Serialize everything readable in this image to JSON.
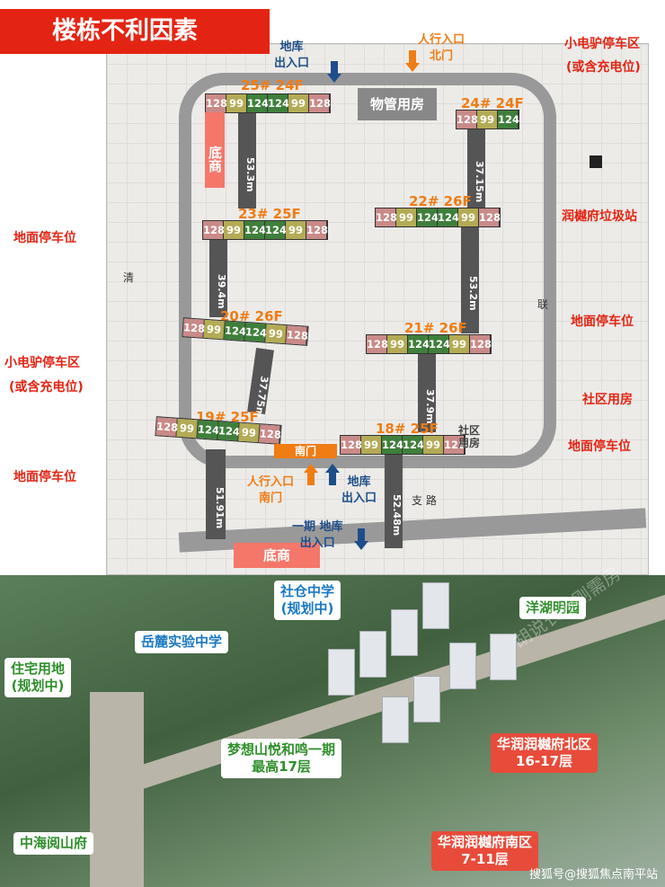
{
  "title": "楼栋不利因素",
  "buildings": [
    {
      "label": "25# 24F",
      "cells": [
        128,
        99,
        124,
        124,
        99,
        128
      ],
      "distance": "53.3m"
    },
    {
      "label": "24# 24F",
      "cells": [
        128,
        99,
        124
      ],
      "distance": "37.15m"
    },
    {
      "label": "23# 25F",
      "cells": [
        128,
        99,
        124,
        124,
        99,
        128
      ],
      "distance": "39.4m"
    },
    {
      "label": "22# 26F",
      "cells": [
        128,
        99,
        124,
        124,
        99,
        128
      ],
      "distance": "53.2m"
    },
    {
      "label": "20# 26F",
      "cells": [
        128,
        99,
        124,
        124,
        99,
        128
      ],
      "distance": "37.75m"
    },
    {
      "label": "21# 26F",
      "cells": [
        128,
        99,
        124,
        124,
        99,
        128
      ],
      "distance": "37.9m"
    },
    {
      "label": "19# 25F",
      "cells": [
        128,
        99,
        124,
        124,
        99,
        128
      ],
      "distance": "51.91m"
    },
    {
      "label": "18# 25F",
      "cells": [
        128,
        99,
        124,
        124,
        99,
        128
      ],
      "distance": "52.48m"
    }
  ],
  "plan": {
    "garage_top": [
      "地库",
      "出入口"
    ],
    "ped_north": [
      "人行入口",
      "北门"
    ],
    "property_room": "物管用房",
    "shop_left": "底商",
    "shop_bottom": "底商",
    "south_gate": "南门",
    "ped_south": [
      "人行入口",
      "南门"
    ],
    "garage_south": [
      "地库",
      "出入口"
    ],
    "phase1_garage": [
      "一期 地库",
      "出入口"
    ],
    "community_room": "社区用房",
    "road": "支 路",
    "qing": "清",
    "lian": "联"
  },
  "annotations": {
    "ground_parking_1": "地面停车位",
    "ebike_left": [
      "小电驴停车区",
      "(或含充电位)"
    ],
    "ground_parking_2": "地面停车位",
    "ebike_right": [
      "小电驴停车区",
      "(或含充电位)"
    ],
    "garbage": "润樾府垃圾站",
    "ground_parking_3": "地面停车位",
    "community": "社区用房",
    "ground_parking_4": "地面停车位"
  },
  "photo": {
    "school_1": [
      "社仓中学",
      "(规划中)"
    ],
    "yanghu": "洋湖明园",
    "yuelu": "岳麓实验中学",
    "residential": [
      "住宅用地",
      "(规划中)"
    ],
    "mengxiang": [
      "梦想山悦和鸣一期",
      "最高17层"
    ],
    "north": [
      "华润润樾府北区",
      "16-17层"
    ],
    "zhonghai": "中海阅山府",
    "south": [
      "华润润樾府南区",
      "7-11层"
    ]
  },
  "watermark": "胡说长沙刚需房",
  "source": "搜狐号@搜狐焦点南平站"
}
